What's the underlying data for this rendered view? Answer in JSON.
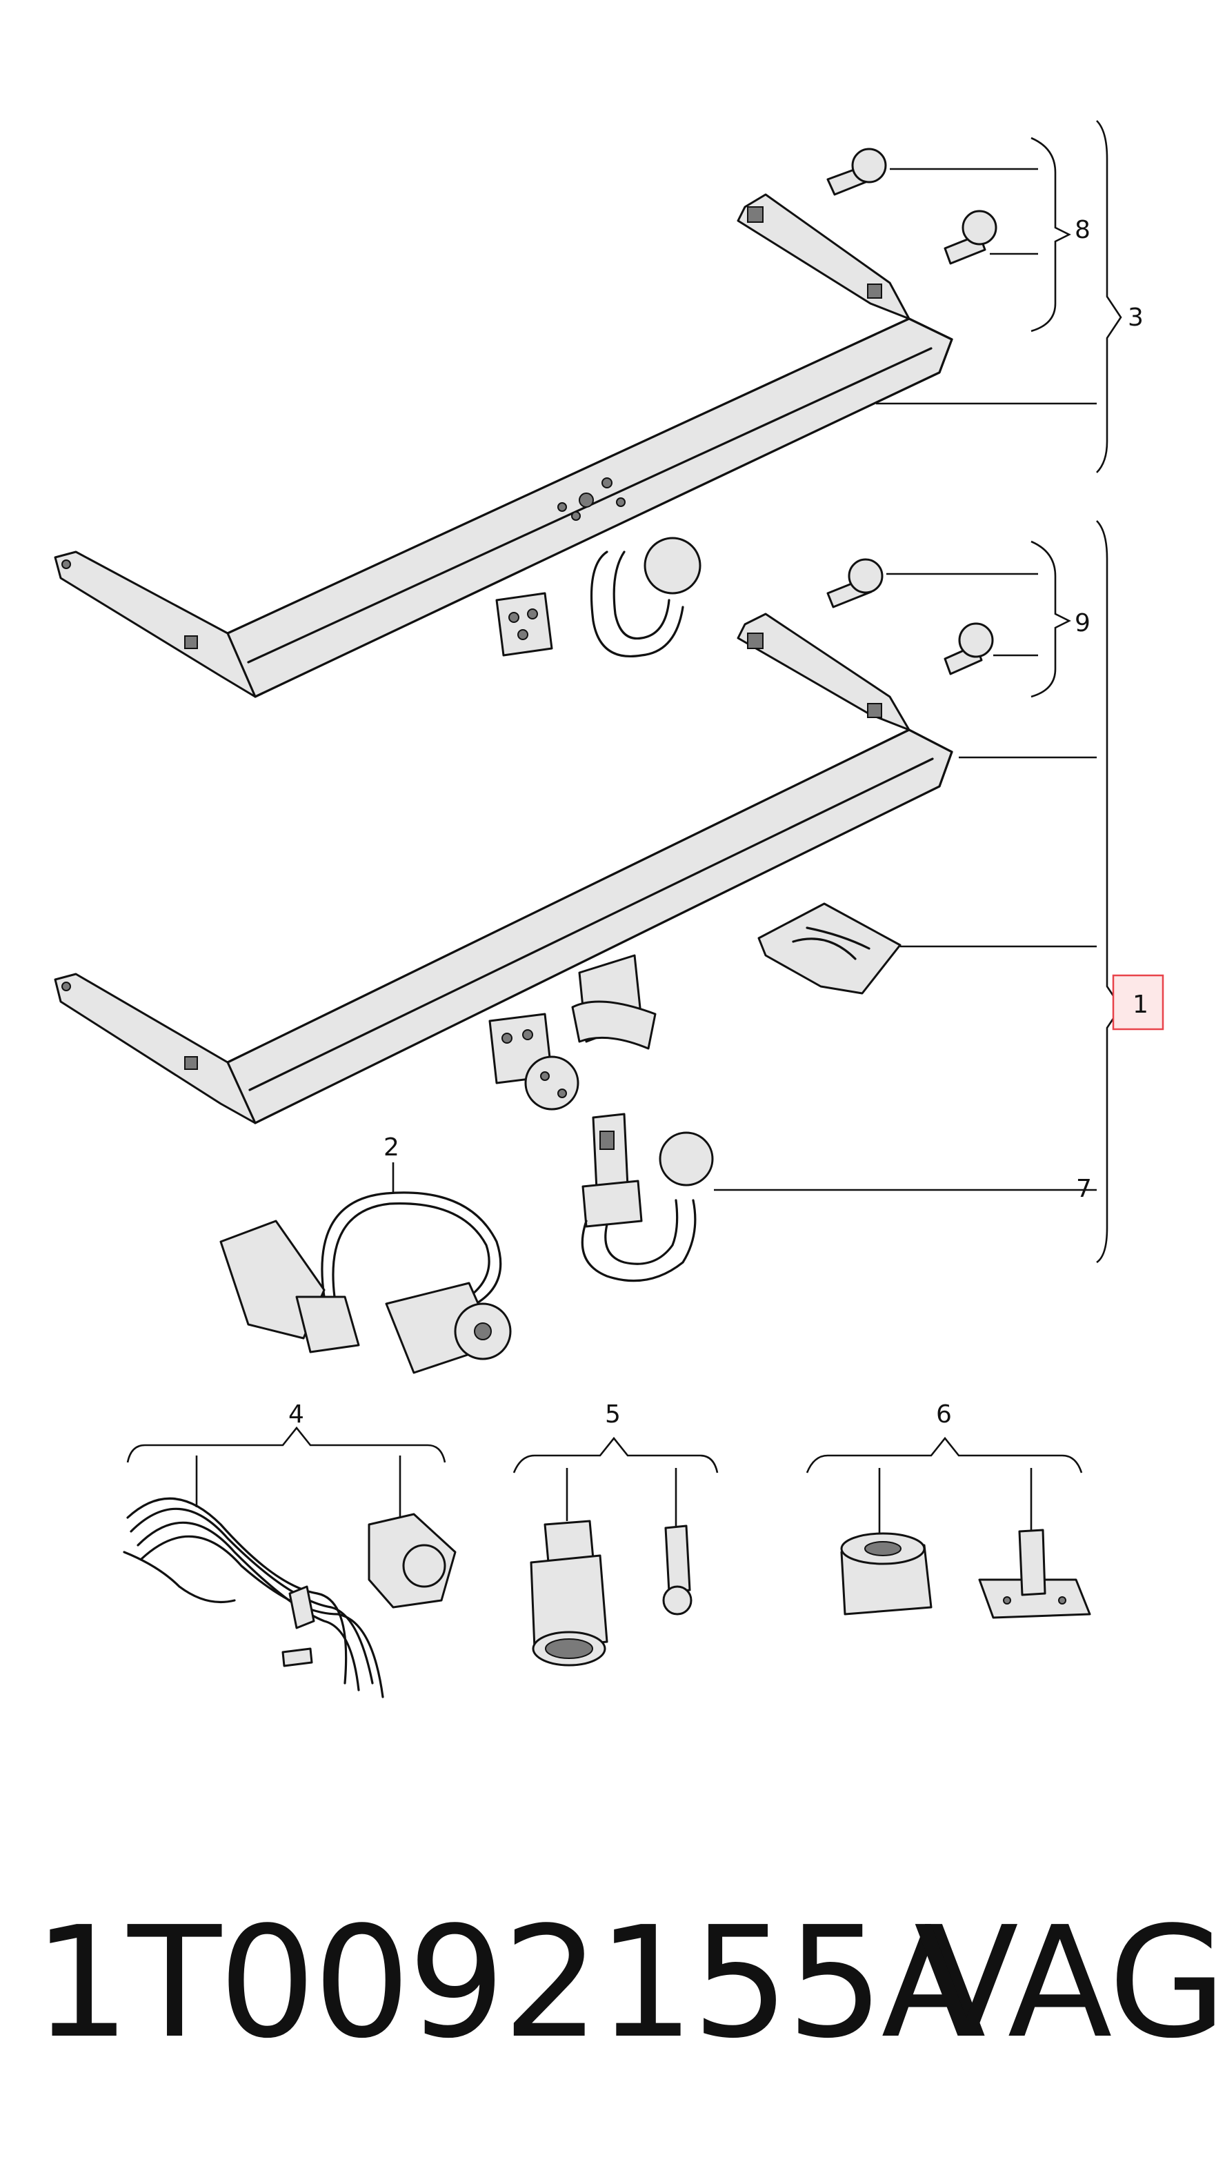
{
  "diagram": {
    "callouts": {
      "c1": "1",
      "c2": "2",
      "c3": "3",
      "c4": "4",
      "c5": "5",
      "c6": "6",
      "c7": "7",
      "c8": "8",
      "c9": "9"
    },
    "highlight_color": "#e8434a"
  },
  "footer": {
    "part_number": "1T0092155A",
    "brand": "VAG"
  }
}
